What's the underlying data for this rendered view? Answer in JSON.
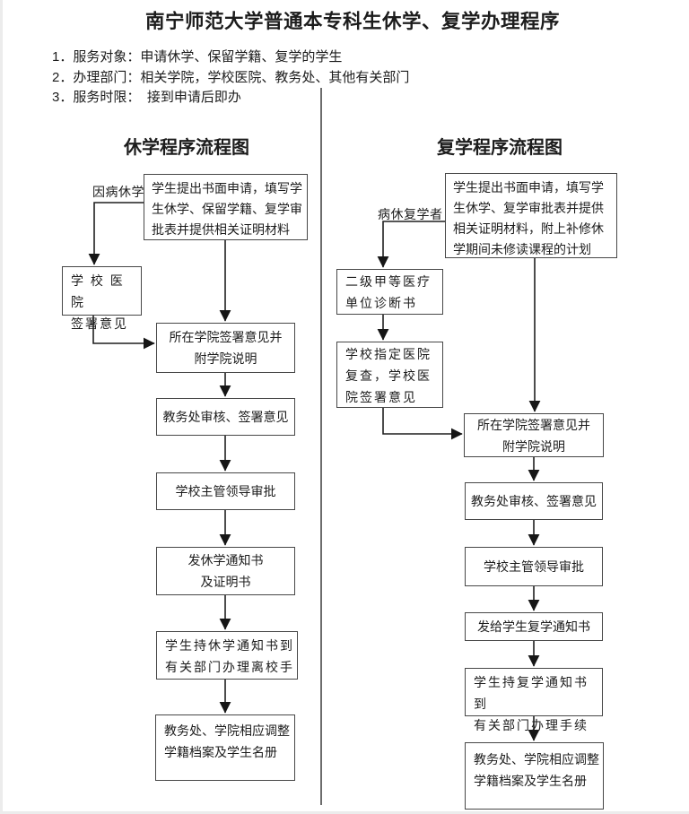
{
  "document": {
    "title": "南宁师范大学普通本专科生休学、复学办理程序",
    "notes": [
      "1．服务对象：申请休学、保留学籍、复学的学生",
      "2．办理部门：相关学院，学校医院、教务处、其他有关部门",
      "3．服务时限：　接到申请后即办"
    ]
  },
  "suspend_flow": {
    "title": "休学程序流程图",
    "branch_label": "因病休学",
    "steps": {
      "apply": "学生提出书面申请，填写学\n生休学、保留学籍、复学审\n批表并提供相关证明材料",
      "hospital": "学 校 医 院\n签署意见",
      "college": "所在学院签署意见并\n附学院说明",
      "jwc": "教务处审核、签署意见",
      "leader": "学校主管领导审批",
      "notice": "发休学通知书\n及证明书",
      "leave": "学生持休学通知书到\n有关部门办理离校手",
      "adjust": "教务处、学院相应调整\n学籍档案及学生名册"
    }
  },
  "resume_flow": {
    "title": "复学程序流程图",
    "branch_label": "病休复学者",
    "steps": {
      "apply": "学生提出书面申请，填写学\n生休学、复学审批表并提供\n相关证明材料，附上补修休\n学期间未修读课程的计划",
      "diagnosis": "二级甲等医疗\n单位诊断书",
      "recheck": "学校指定医院\n复查，学校医\n院签署意见",
      "college": "所在学院签署意见并\n附学院说明",
      "jwc": "教务处审核、签署意见",
      "leader": "学校主管领导审批",
      "notice": "发给学生复学通知书",
      "return": "学生持复学通知书到\n有关部门办理手续",
      "adjust": "教务处、学院相应调整\n学籍档案及学生名册"
    }
  },
  "colors": {
    "ink": "#1c1c1c",
    "box_border": "#474747",
    "connector": "#1f1f1f",
    "background": "#ffffff"
  }
}
